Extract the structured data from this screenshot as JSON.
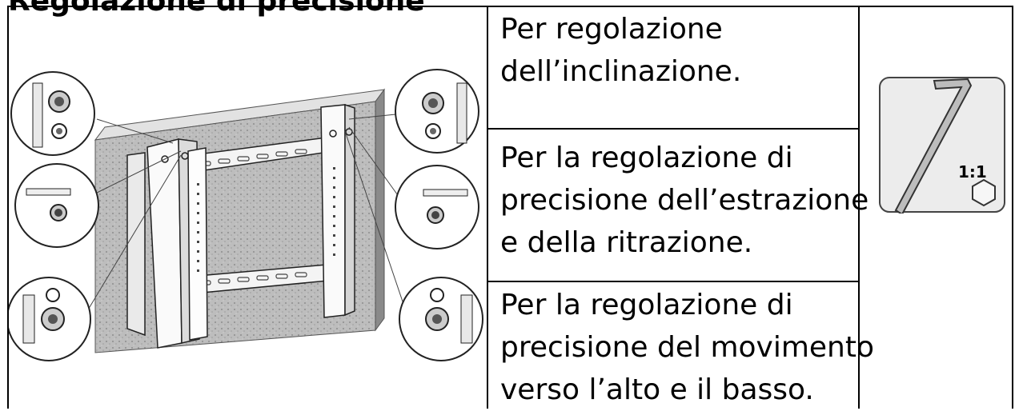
{
  "heading": "Regolazione di precisione",
  "rows": [
    {
      "text": "Per regolazione\ndell’inclinazione."
    },
    {
      "text": "Per la regolazione di\nprecisione dell’estrazione\ne della ritrazione."
    },
    {
      "text": "Per la regolazione di\nprecisione del movimento\nverso l’alto e il basso."
    }
  ],
  "tool": {
    "scale_label": "1:1",
    "icon": "hex-key-icon"
  }
}
